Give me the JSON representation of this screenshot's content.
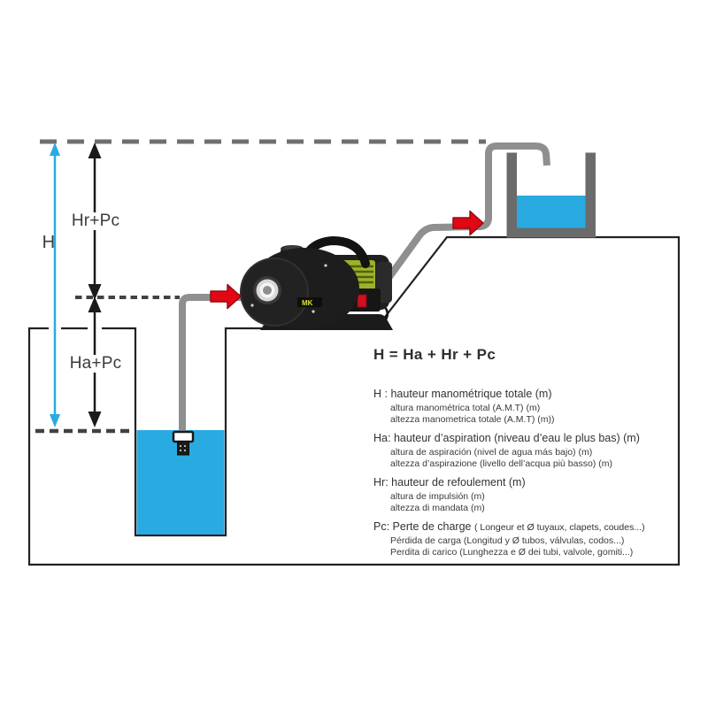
{
  "formula": {
    "title": "H = Ha + Hr + Pc",
    "definitions": [
      {
        "term": "H :",
        "main": "hauteur manométrique totale (m)",
        "suffix": "",
        "sub1": "altura manométrica total (A.M.T) (m)",
        "sub2": "altezza manometrica totale (A.M.T) (m))"
      },
      {
        "term": "Ha:",
        "main": "hauteur d’aspiration (niveau d’eau le plus bas) (m)",
        "suffix": "",
        "sub1": "altura de aspiración (nivel de agua más bajo) (m)",
        "sub2": "altezza d’aspirazione (livello dell’acqua più basso) (m)"
      },
      {
        "term": "Hr:",
        "main": "hauteur de refoulement (m)",
        "suffix": "",
        "sub1": "altura de impulsión (m)",
        "sub2": "altezza di mandata (m)"
      },
      {
        "term": "Pc:",
        "main": "Perte de charge ",
        "suffix": "( Longeur et Ø tuyaux, clapets, coudes...)",
        "sub1": "Pérdida de carga (Longitud y Ø tubos, válvulas, codos...)",
        "sub2": "Perdita di carico (Lunghezza e Ø dei tubi, valvole, gomiti...)"
      }
    ]
  },
  "measurements": {
    "total_head_label": "H",
    "discharge_head_label": "Hr+Pc",
    "suction_head_label": "Ha+Pc"
  },
  "pump": {
    "logo": "MK"
  },
  "colors": {
    "water": "#29ABE2",
    "arrow_blue": "#29ABE2",
    "arrow_red": "#E30613",
    "arrow_red_outline": "#8E0E18",
    "pipe_gray": "#8F8F8F",
    "tank_gray": "#6B6B6B",
    "ground_outline": "#222222",
    "dash_light": "#6F6F6F",
    "dash_dark": "#424242",
    "text": "#333333",
    "pump_green": "#9DB228",
    "pump_black": "#1D1D1D"
  }
}
